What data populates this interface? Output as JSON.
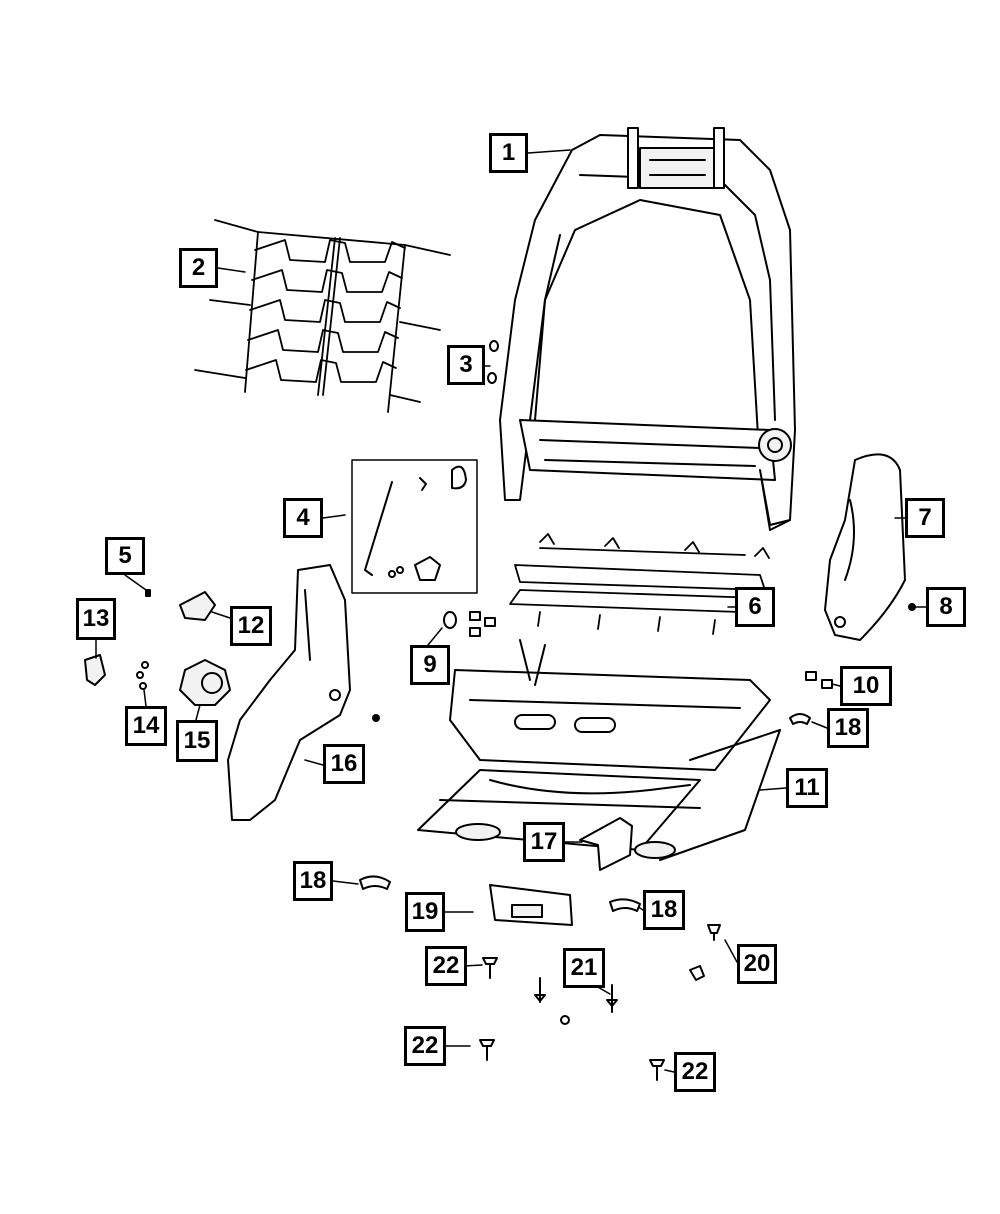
{
  "diagram": {
    "callouts": [
      "1",
      "2",
      "3",
      "4",
      "5",
      "6",
      "7",
      "8",
      "9",
      "10",
      "11",
      "12",
      "13",
      "14",
      "15",
      "16",
      "17",
      "18",
      "18",
      "18",
      "19",
      "20",
      "21",
      "22",
      "22",
      "22"
    ]
  },
  "colors": {
    "line": "#000000",
    "fill": "#ffffff",
    "shade": "#e6e6e6"
  }
}
